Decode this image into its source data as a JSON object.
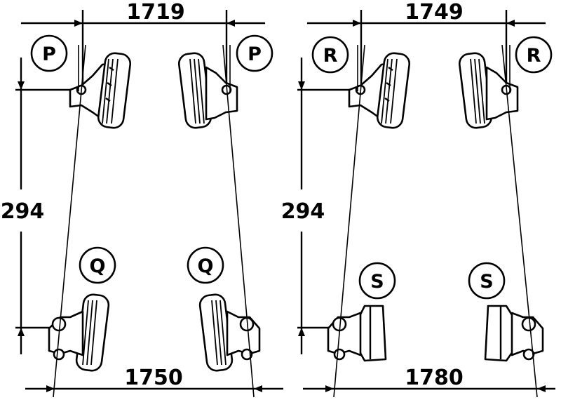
{
  "left_panel": {
    "top_dimension": "1719",
    "bottom_dimension": "1750",
    "side_dimension": "294",
    "front_tag": "P",
    "rear_tag": "Q"
  },
  "right_panel": {
    "top_dimension": "1749",
    "bottom_dimension": "1780",
    "side_dimension": "294",
    "front_tag": "R",
    "rear_tag": "S"
  },
  "colors": {
    "ink": "#000000",
    "paper": "#ffffff"
  }
}
